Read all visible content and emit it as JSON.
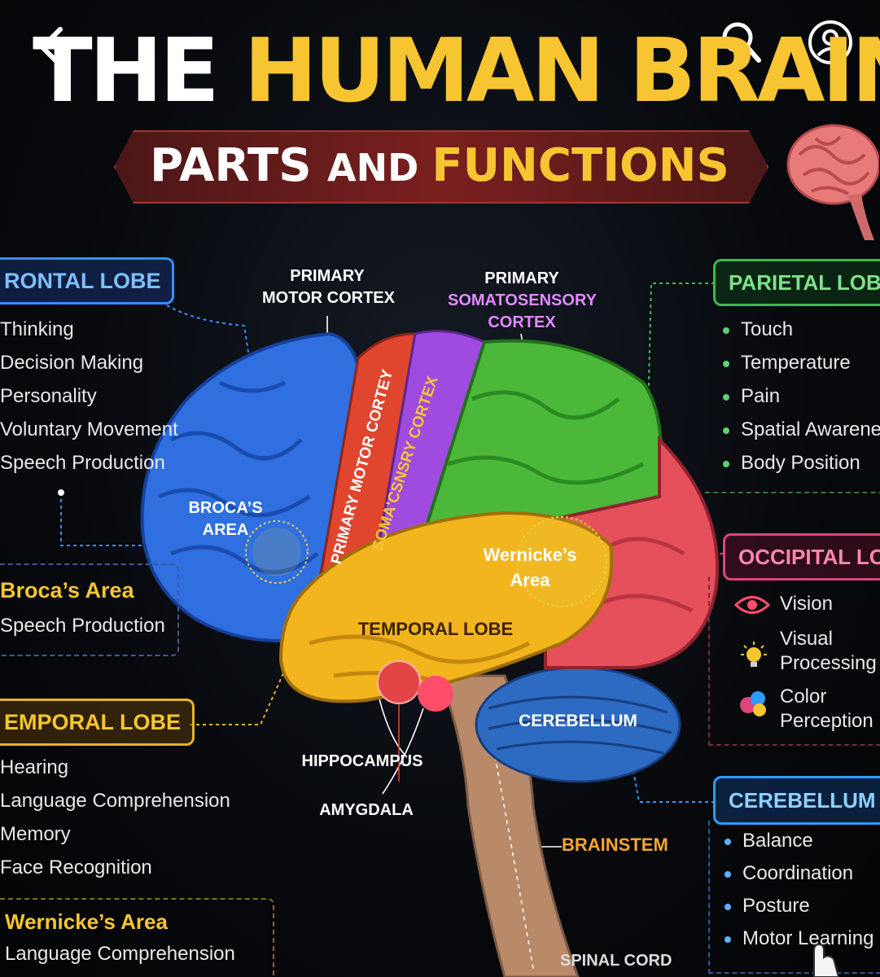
{
  "title": {
    "part1": "THE ",
    "part2": "HUMAN BRAIN"
  },
  "banner": {
    "part1": "PARTS ",
    "part2": "AND ",
    "part3": "FUNCTIONS"
  },
  "toolbar": {
    "back_icon": "chevron-left-icon",
    "search_icon": "search-icon",
    "profile_icon": "user-icon"
  },
  "frontal": {
    "heading": "RONTAL LOBE",
    "items": [
      "Thinking",
      "Decision Making",
      "Personality",
      "Voluntary Movement",
      "Speech Production"
    ]
  },
  "broca_note": {
    "title": "Broca’s Area",
    "text": "Speech Production"
  },
  "temporal": {
    "heading": "EMPORAL LOBE",
    "items": [
      "Hearing",
      "Language Comprehension",
      "Memory",
      "Face Recognition"
    ]
  },
  "wernicke_note": {
    "title": "Wernicke’s Area",
    "text": "Language Comprehension"
  },
  "parietal": {
    "heading": "PARIETAL LOB",
    "items": [
      "Touch",
      "Temperature",
      "Pain",
      "Spatial Awarene",
      "Body Position"
    ]
  },
  "occipital": {
    "heading": "OCCIPITAL LO",
    "items": [
      {
        "icon": "eye-icon",
        "line1": "Vision",
        "line2": ""
      },
      {
        "icon": "lightbulb-icon",
        "line1": "Visual",
        "line2": "Processing"
      },
      {
        "icon": "palette-icon",
        "line1": "Color",
        "line2": "Perception"
      }
    ]
  },
  "cerebellum_box": {
    "heading": "CEREBELLUM",
    "items": [
      "Balance",
      "Coordination",
      "Posture",
      "Motor Learning"
    ]
  },
  "diagram": {
    "primary_motor": {
      "l1": "PRIMARY",
      "l2": "MOTOR CORTEX"
    },
    "primary_somato": {
      "l1": "PRIMARY",
      "l2": "SOMATOSENSORY",
      "l3": "CORTEX"
    },
    "motor_strip": "PRIMARY MOTOR CORTEY",
    "somato_strip": "SOMA'CSNSRY CORTEX",
    "broca": {
      "l1": "BROCA’S",
      "l2": "AREA"
    },
    "wernicke": {
      "l1": "Wernicke’s",
      "l2": "Area"
    },
    "temporal_lobe": "TEMPORAL LOBE",
    "cerebellum": "CEREBELLUM",
    "hippocampus": "HIPPOCAMPUS",
    "amygdala": "AMYGDALA",
    "brainstem": "BRAINSTEM",
    "spinal_cord": "SPINAL CORD"
  },
  "colors": {
    "frontal": "#2f6fe0",
    "motor": "#e0452e",
    "somato": "#a04be0",
    "parietal": "#4cb83a",
    "occipital": "#e6505a",
    "temporal": "#f2b51e",
    "cerebellum": "#2d6ac2",
    "stem": "#b98a6a"
  }
}
